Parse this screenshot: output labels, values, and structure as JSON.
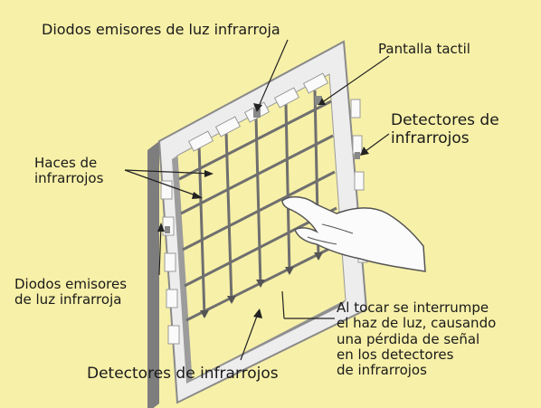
{
  "colors": {
    "background": "#f7f0a8",
    "frame": "#ededed",
    "frame_edge": "#8a8a8a",
    "beam": "#7a7a7a",
    "ink": "#1a1a1a"
  },
  "labels": {
    "top_emitters": "Diodos emisores de luz infrarroja",
    "touch_screen": "Pantalla tactil",
    "right_detectors": [
      "Detectores de",
      "infrarrojos"
    ],
    "beams": [
      "Haces de",
      "infrarrojos"
    ],
    "left_emitters": [
      "Diodos emisores",
      "de luz infrarroja"
    ],
    "bottom_detectors": "Detectores de infrarrojos",
    "explanation": [
      "Al tocar se interrumpe",
      "el haz de luz, causando",
      "una pérdida de señal",
      "en los detectores",
      "de infrarrojos"
    ]
  }
}
